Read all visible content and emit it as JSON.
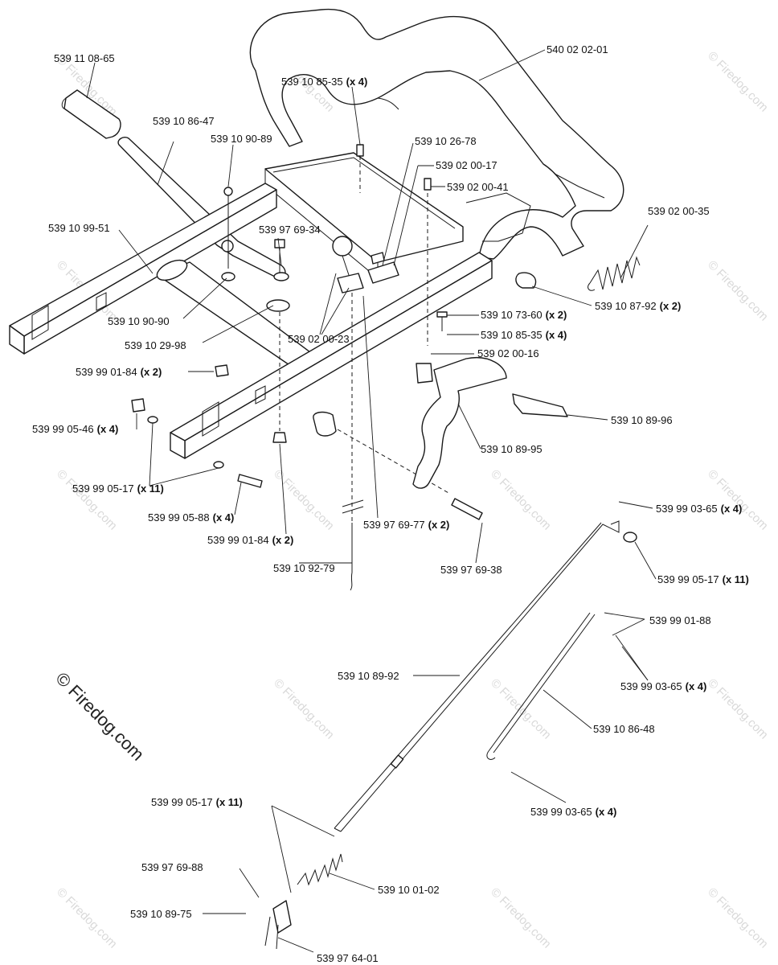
{
  "diagram": {
    "copyright": "© Firedog.com",
    "watermark": "© Firedog.com",
    "labels": {
      "l539_11_08_65": "539 11 08-65",
      "l540_02_02_01": "540 02 02-01",
      "l539_10_85_35_top": "539 10 85-35",
      "l539_10_86_47": "539 10 86-47",
      "l539_10_90_89": "539 10 90-89",
      "l539_10_26_78": "539 10 26-78",
      "l539_02_00_17": "539 02 00-17",
      "l539_02_00_41": "539 02 00-41",
      "l539_02_00_35": "539 02 00-35",
      "l539_10_99_51": "539 10 99-51",
      "l539_97_69_34": "539 97 69-34",
      "l539_10_87_92": "539 10 87-92",
      "l539_10_73_60": "539 10 73-60",
      "l539_10_85_35_mid": "539 10 85-35",
      "l539_10_90_90": "539 10 90-90",
      "l539_10_29_98": "539 10 29-98",
      "l539_02_00_23": "539 02 00-23",
      "l539_02_00_16": "539 02 00-16",
      "l539_99_01_84_top": "539 99 01-84",
      "l539_99_05_46": "539 99 05-46",
      "l539_10_89_96": "539 10 89-96",
      "l539_10_89_95": "539 10 89-95",
      "l539_99_05_17_left": "539 99 05-17",
      "l539_99_05_88": "539 99 05-88",
      "l539_99_01_84_bot": "539 99 01-84",
      "l539_97_69_77": "539 97 69-77",
      "l539_99_03_65_top": "539 99 03-65",
      "l539_99_05_17_right": "539 99 05-17",
      "l539_10_92_79": "539 10 92-79",
      "l539_97_69_38": "539 97 69-38",
      "l539_99_01_88": "539 99 01-88",
      "l539_10_89_92": "539 10 89-92",
      "l539_99_03_65_mid": "539 99 03-65",
      "l539_10_86_48": "539 10 86-48",
      "l539_99_03_65_bot": "539 99 03-65",
      "l539_99_05_17_low": "539 99 05-17",
      "l539_97_69_88": "539 97 69-88",
      "l539_10_01_02": "539 10 01-02",
      "l539_10_89_75": "539 10 89-75",
      "l539_97_64_01": "539 97 64-01"
    },
    "qty": {
      "x4": "(x 4)",
      "x2": "(x 2)",
      "x11": "(x 11)"
    }
  }
}
